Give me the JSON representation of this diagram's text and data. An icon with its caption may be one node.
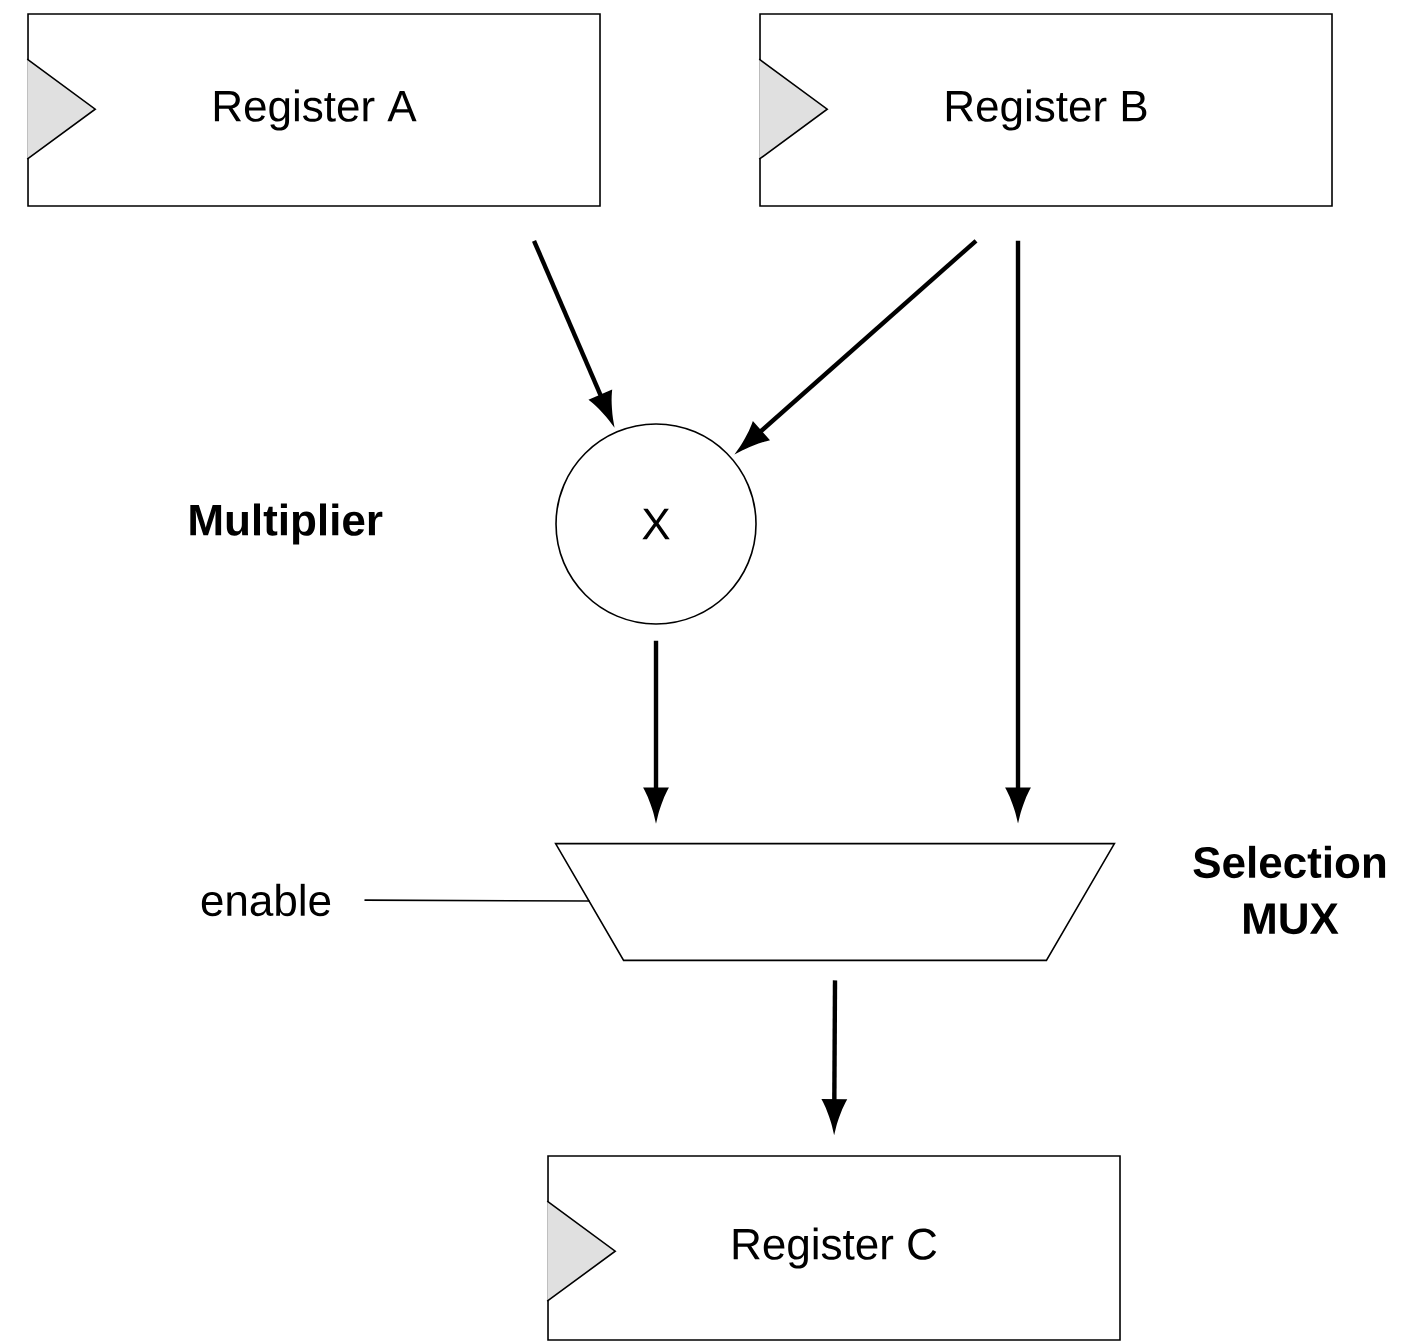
{
  "diagram": {
    "nodes": [
      {
        "text": [
          "Register A"
        ]
      },
      {
        "text": [
          "Register B"
        ]
      },
      {
        "text": [
          "X"
        ],
        "beside": [
          "Multiplier"
        ]
      },
      {
        "text": [],
        "shape": "trapezoid",
        "beside": [
          "Selection MUX"
        ]
      },
      {
        "text": [
          "enable"
        ]
      },
      {
        "text": [
          "Register C"
        ]
      }
    ],
    "edges": [
      {
        "from": 0,
        "to": 2,
        "arrow": "to"
      },
      {
        "from": 1,
        "to": 2,
        "arrow": "to"
      },
      {
        "from": 1,
        "to": 3,
        "arrow": "to"
      },
      {
        "from": 2,
        "to": 3,
        "arrow": "to"
      },
      {
        "from": 3,
        "to": 5,
        "arrow": "to"
      },
      {
        "from": 4,
        "to": 3,
        "arrow": "none"
      }
    ]
  }
}
